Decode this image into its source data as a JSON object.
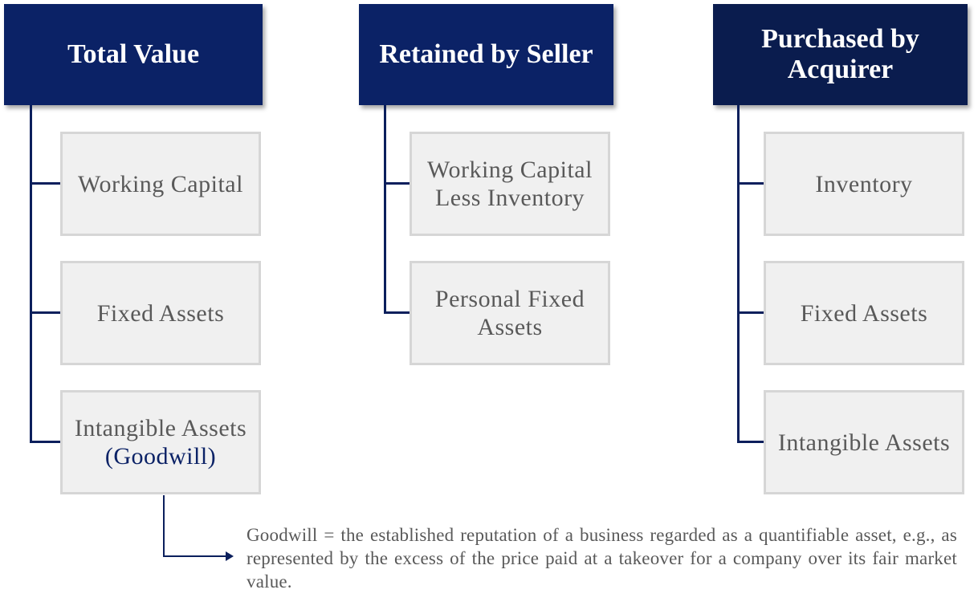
{
  "columns": {
    "total_value": {
      "title": "Total Value",
      "items": [
        "Working Capital",
        "Fixed Assets",
        "Intangible Assets"
      ],
      "goodwill_label": "(Goodwill)"
    },
    "retained_by_seller": {
      "title": "Retained by Seller",
      "items": [
        "Working Capital Less Inventory",
        "Personal Fixed Assets"
      ]
    },
    "purchased_by_acquirer": {
      "title": "Purchased by Acquirer",
      "items": [
        "Inventory",
        "Fixed Assets",
        "Intangible Assets"
      ]
    }
  },
  "note": "Goodwill = the established reputation of a business regarded as a quantifiable asset, e.g., as represented by the excess of the price paid at a takeover for a company over its fair market value.",
  "colors": {
    "header_navy": "#0b2266",
    "header_dark_navy": "#0a1c4e",
    "connector": "#0b1f5c",
    "box_fill": "#f0f0f0",
    "box_border": "#d6d6d6",
    "text_gray": "#595959"
  }
}
